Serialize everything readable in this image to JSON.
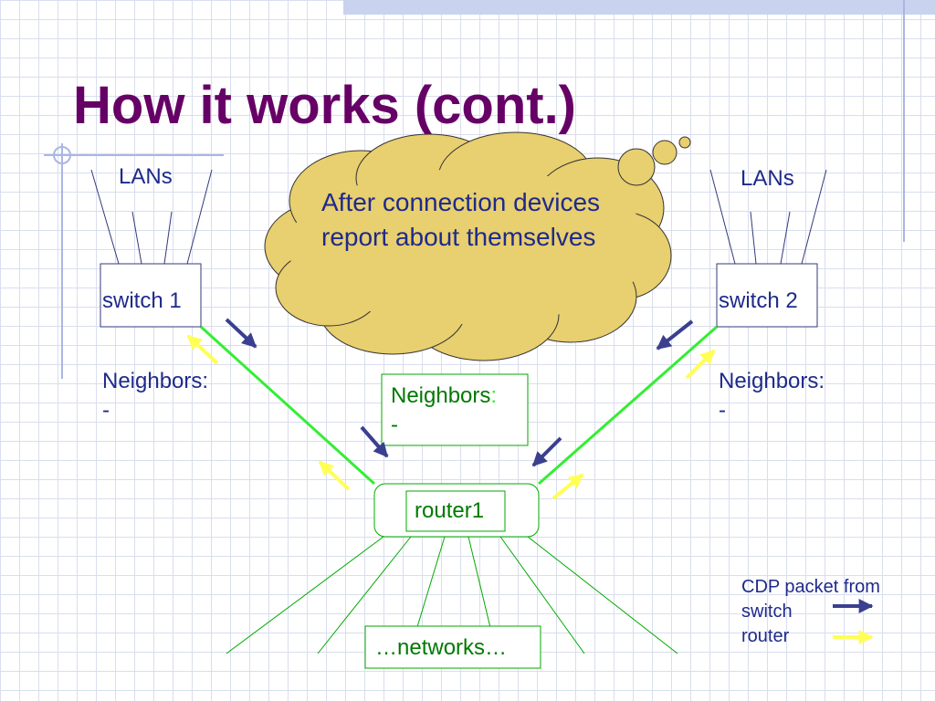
{
  "slide": {
    "title": "How it works (cont.)",
    "lans_left": "LANs",
    "lans_right": "LANs",
    "switch1": "switch 1",
    "switch2": "switch 2",
    "router": "router1",
    "networks": "…networks…",
    "cloud": "After connection devices report about themselves",
    "neighbors_left": {
      "label": "Neighbors:",
      "value": "-"
    },
    "neighbors_right": {
      "label": "Neighbors:",
      "value": "-"
    },
    "neighbors_router": {
      "label": "Neighbors",
      "colon": ":",
      "value": "-"
    },
    "legend": {
      "title": "CDP packet from",
      "switch_label": "switch",
      "router_label": "router",
      "switch_color": "#3a3f8f",
      "router_color": "#ffff55"
    }
  },
  "colors": {
    "title": "#660066",
    "text": "#1e2a8a",
    "link_green": "#33ee33",
    "network_green": "#00aa00",
    "cloud_fill": "#e8cf6f",
    "cloud_stroke": "#333333"
  }
}
